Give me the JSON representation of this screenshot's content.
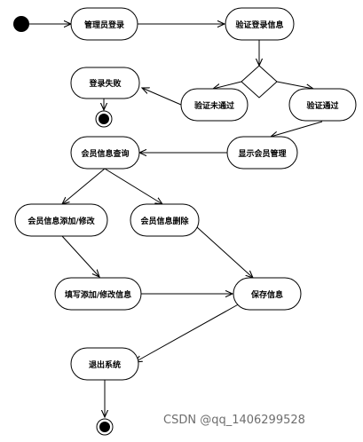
{
  "nodes": {
    "admin_login": "管理员登录",
    "verify_login": "验证登录信息",
    "login_failed": "登录失败",
    "verify_failed": "验证未通过",
    "verify_passed": "验证通过",
    "member_query": "会员信息查询",
    "show_member_mgmt": "显示会员管理",
    "member_add_edit": "会员信息添加/修改",
    "member_delete": "会员信息删除",
    "fill_add_edit": "填写添加/修改信息",
    "save_info": "保存信息",
    "exit_system": "退出系统"
  },
  "watermark": "CSDN @qq_1406299528"
}
